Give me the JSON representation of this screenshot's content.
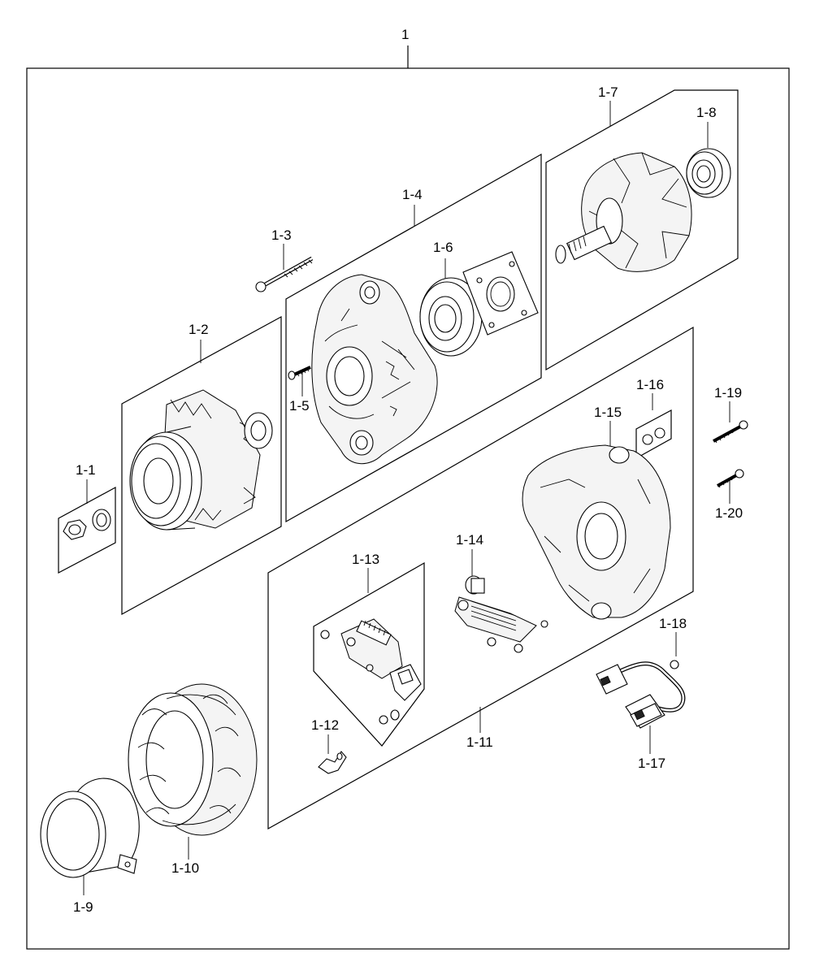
{
  "diagram": {
    "assembly_label": "1",
    "labels": {
      "p1_1": "1-1",
      "p1_2": "1-2",
      "p1_3": "1-3",
      "p1_4": "1-4",
      "p1_5": "1-5",
      "p1_6": "1-6",
      "p1_7": "1-7",
      "p1_8": "1-8",
      "p1_9": "1-9",
      "p1_10": "1-10",
      "p1_11": "1-11",
      "p1_12": "1-12",
      "p1_13": "1-13",
      "p1_14": "1-14",
      "p1_15": "1-15",
      "p1_16": "1-16",
      "p1_17": "1-17",
      "p1_18": "1-18",
      "p1_19": "1-19",
      "p1_20": "1-20"
    }
  }
}
